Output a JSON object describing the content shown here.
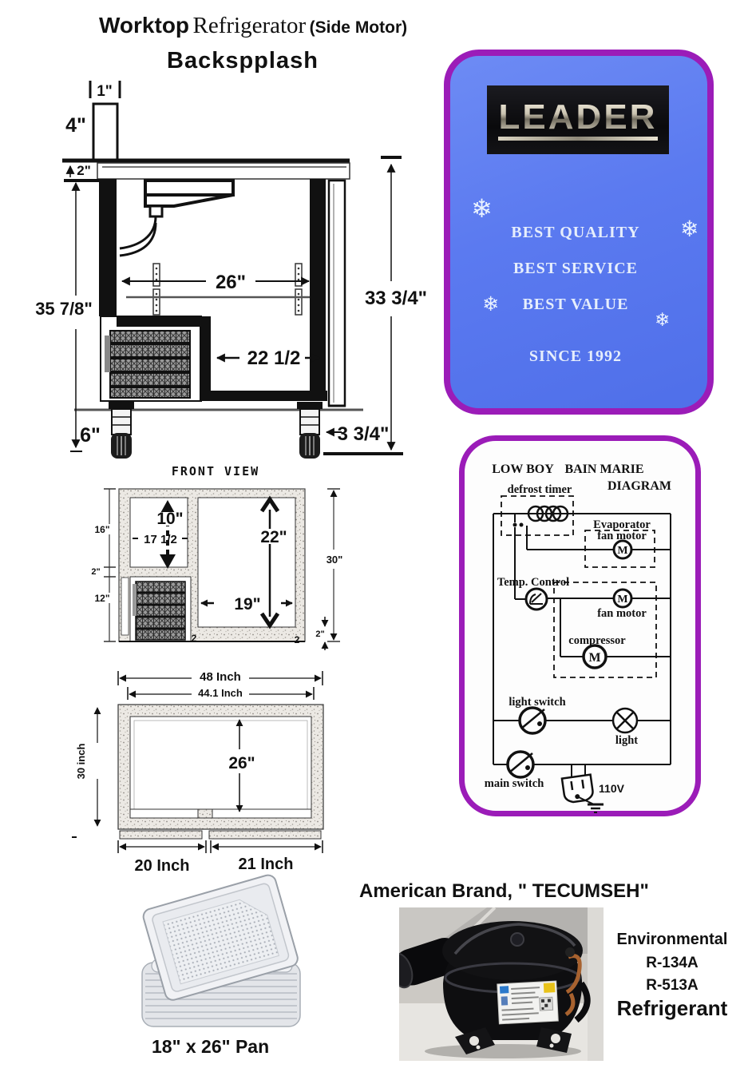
{
  "header": {
    "title_main": "Worktop",
    "title_secondary": "Refrigerator",
    "title_note": "(Side Motor)",
    "subtitle": "Backspplash"
  },
  "side_view": {
    "backsplash_width": "1\"",
    "backsplash_height": "4\"",
    "worktop_thickness": "2\"",
    "overall_height": "35 7/8\"",
    "shelf_width": "26\"",
    "door_height": "33 3/4\"",
    "lower_depth": "22 1/2",
    "caster_height": "6\"",
    "rear_clearance": "3 3/4\""
  },
  "leader_badge": {
    "logo_text": "LEADER",
    "line1": "BEST QUALITY",
    "line2": "BEST SERVICE",
    "line3": "BEST VALUE",
    "line4": "SINCE 1992",
    "snowflake": "❄",
    "colors": {
      "border": "#9b1cb8",
      "background": "#5b7af0",
      "logo_background": "#0d0d10",
      "text": "#e6eefc"
    }
  },
  "front_view": {
    "title": "FRONT VIEW",
    "left_top": "16\"",
    "left_mid": "2\"",
    "left_bottom": "12\"",
    "inner_top_height": "10\"",
    "inner_top_width": "17 1/2",
    "main_height": "22\"",
    "main_width": "19\"",
    "right_height": "30\"",
    "right_bottom": "2\"",
    "bottom_mark_left": "2",
    "bottom_mark_right": "2"
  },
  "plan_view": {
    "overall_width": "48 Inch",
    "interior_width": "44.1 Inch",
    "depth": "30 inch",
    "interior_depth": "26\"",
    "left_door": "20 Inch",
    "right_door": "21 Inch"
  },
  "wiring": {
    "title_left": "LOW BOY",
    "title_right": "BAIN MARIE",
    "title2": "DIAGRAM",
    "defrost_timer": "defrost timer",
    "evaporator": "Evaporator",
    "evaporator_fan": "fan motor",
    "temp_control": "Temp. Control",
    "fan_motor": "fan motor",
    "compressor": "compressor",
    "light_switch": "light switch",
    "light": "light",
    "main_switch": "main switch",
    "voltage": "110V",
    "motor_letter": "M"
  },
  "pan": {
    "caption": "18\" x 26\" Pan"
  },
  "compressor_section": {
    "heading": "American Brand, \" TECUMSEH\"",
    "line1": "Environmental",
    "line2": "R-134A",
    "line3": "R-513A",
    "line4": "Refrigerant"
  }
}
